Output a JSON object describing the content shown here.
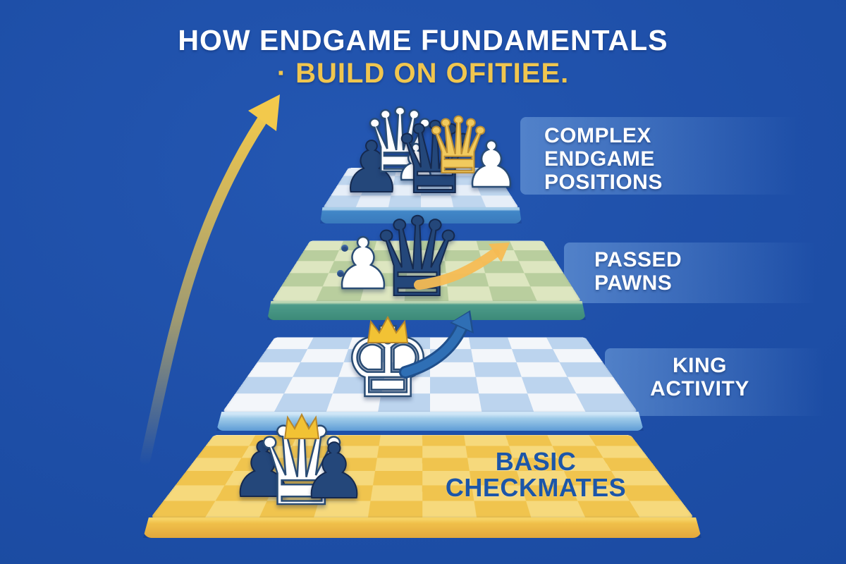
{
  "title": {
    "line1": "HOW ENDGAME FUNDAMENTALS",
    "line2": "· BUILD ON OFITIEE."
  },
  "pyramid": {
    "levels": [
      {
        "name": "complex-endgame-positions",
        "label_lines": [
          "COMPLEX",
          "ENDGAME",
          "POSITIONS"
        ]
      },
      {
        "name": "passed-pawns",
        "label_lines": [
          "PASSED",
          "PAWNS"
        ]
      },
      {
        "name": "king-activity",
        "label_lines": [
          "KING",
          "ACTIVITY"
        ]
      },
      {
        "name": "basic-checkmates",
        "label_lines": [
          "BASIC",
          "CHECKMATES"
        ]
      }
    ]
  },
  "boards": [
    {
      "name": "complex-endgame-board",
      "theme": "light-blue",
      "pieces": [
        {
          "type": "dark-pawn",
          "glyph": "♟"
        },
        {
          "type": "white-queen",
          "glyph": "♛"
        },
        {
          "type": "white-pawn",
          "glyph": "♟"
        },
        {
          "type": "dark-queen",
          "glyph": "♛"
        },
        {
          "type": "gold-queen",
          "glyph": "♛"
        },
        {
          "type": "white-pawn",
          "glyph": "♟"
        }
      ]
    },
    {
      "name": "passed-pawns-board",
      "theme": "green",
      "pieces": [
        {
          "type": "white-pawn",
          "glyph": "♟"
        },
        {
          "type": "dark-queen",
          "glyph": "♛"
        }
      ]
    },
    {
      "name": "king-activity-board",
      "theme": "white-blue",
      "pieces": [
        {
          "type": "white-king",
          "glyph": "♚"
        }
      ]
    },
    {
      "name": "basic-checkmates-board",
      "theme": "gold",
      "pieces": [
        {
          "type": "dark-pawn",
          "glyph": "♟"
        },
        {
          "type": "white-queen",
          "glyph": "♛"
        },
        {
          "type": "dark-pawn",
          "glyph": "♟"
        }
      ]
    }
  ],
  "icons": {
    "growth_arrow": "curved-up-arrow",
    "passed_pawn_arrow": "yellow-advance-arrow",
    "king_path_arrow": "blue-curved-arrow"
  },
  "colors": {
    "background": "#1e4fa8",
    "title_line1": "#ffffff",
    "title_line2": "#f0c64f",
    "band_label_text": "#ffffff",
    "basic_label_text": "#1c56a8",
    "growth_arrow": "#f2c94c",
    "board_arrow_yellow": "#f5bc54",
    "board_arrow_blue": "#2f6fb5",
    "board_complex_top": "#c7daef",
    "board_passed_top": "#cfdfae",
    "board_king_top": "#e8eff8",
    "board_basic_top": "#f2c74f"
  }
}
